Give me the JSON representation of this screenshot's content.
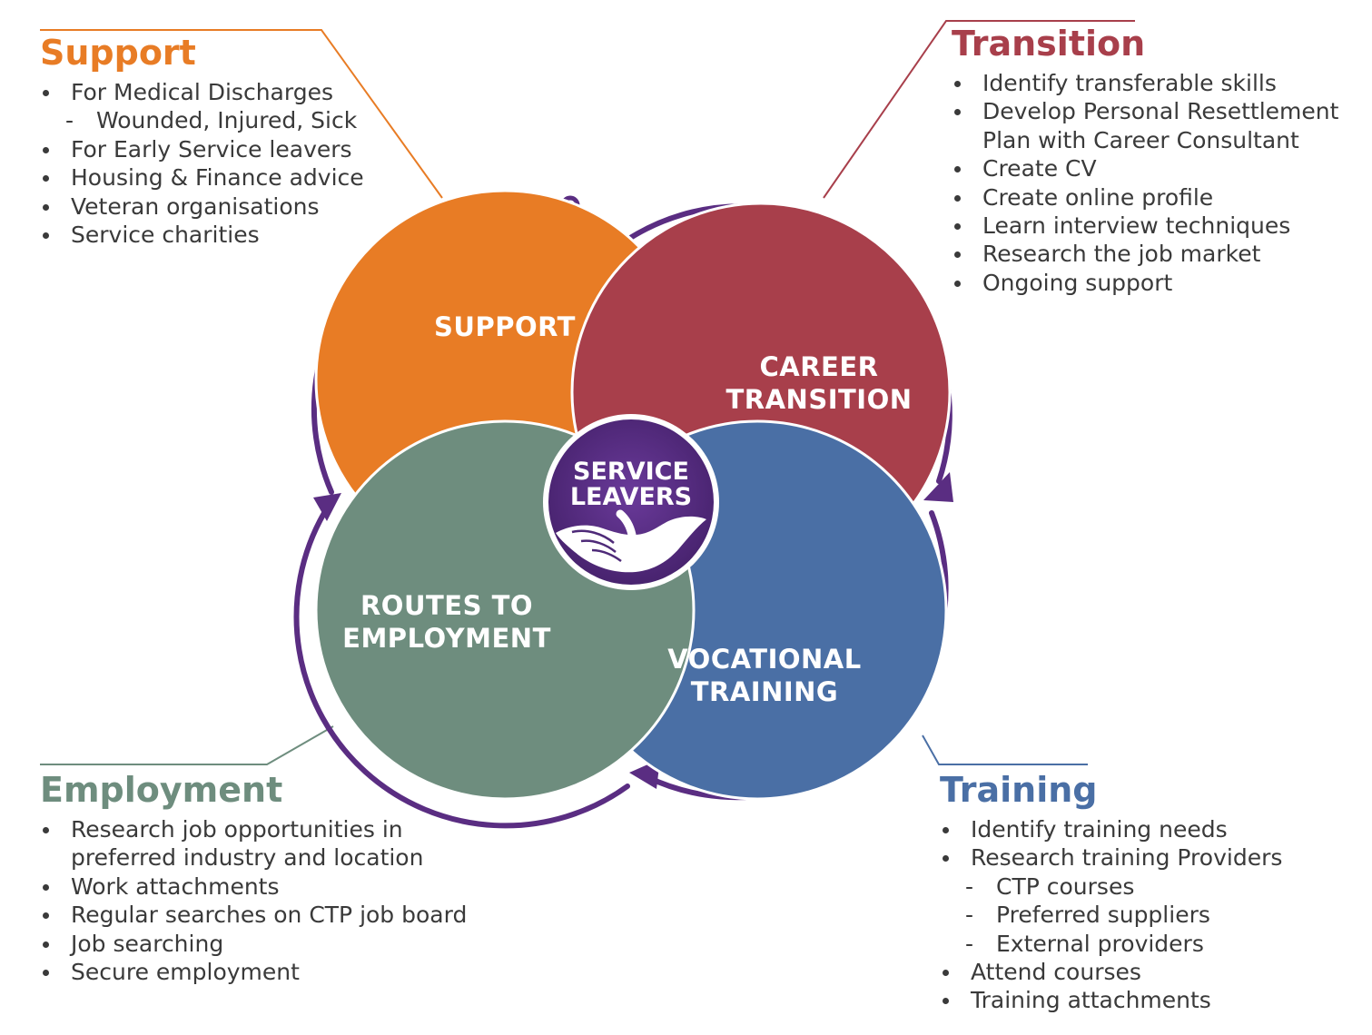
{
  "colors": {
    "support": "#e87c25",
    "transition": "#a83f4b",
    "training": "#4a6fa5",
    "employment": "#6e8d7e",
    "cycle": "#5a2d82",
    "center": "#4e2a78"
  },
  "diagram": {
    "support_label": "SUPPORT",
    "transition_label_1": "CAREER",
    "transition_label_2": "TRANSITION",
    "training_label_1": "VOCATIONAL",
    "training_label_2": "TRAINING",
    "employment_label_1": "ROUTES TO",
    "employment_label_2": "EMPLOYMENT",
    "center_label_1": "SERVICE",
    "center_label_2": "LEAVERS",
    "center_icon": "open-hand-icon"
  },
  "panels": {
    "support": {
      "title": "Support",
      "items": [
        "For Medical Discharges",
        "Wounded, Injured, Sick",
        "For Early Service leavers",
        "Housing & Finance advice",
        "Veteran organisations",
        "Service charities"
      ]
    },
    "transition": {
      "title": "Transition",
      "items": [
        "Identify transferable skills",
        "Develop Personal Resettlement",
        "Plan with Career Consultant",
        "Create CV",
        "Create online profile",
        "Learn interview techniques",
        "Research the job market",
        "Ongoing support"
      ]
    },
    "employment": {
      "title": "Employment",
      "items": [
        "Research job opportunities in",
        "preferred industry and location",
        "Work attachments",
        "Regular searches on CTP job board",
        "Job searching",
        "Secure employment"
      ]
    },
    "training": {
      "title": "Training",
      "items": [
        "Identify training needs",
        "Research training Providers",
        "CTP courses",
        "Preferred suppliers",
        "External providers",
        "Attend courses",
        "Training attachments"
      ]
    }
  }
}
